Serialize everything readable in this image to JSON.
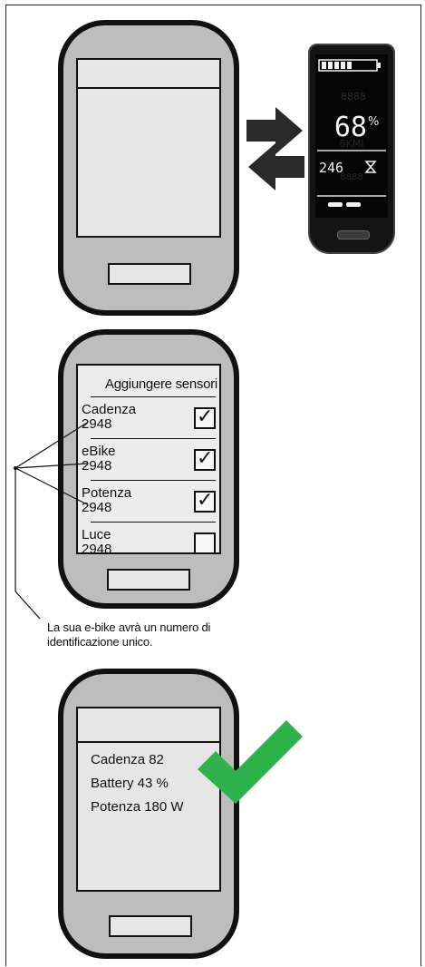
{
  "display": {
    "battery_bars": 5,
    "speed_value": "68",
    "speed_unit": "%",
    "trip_value": "246"
  },
  "sensors": {
    "title": "Aggiungere sensori",
    "items": [
      {
        "name": "Cadenza",
        "id": "2948",
        "checked": true
      },
      {
        "name": "eBike",
        "id": "2948",
        "checked": true
      },
      {
        "name": "Potenza",
        "id": "2948",
        "checked": true
      },
      {
        "name": "Luce",
        "id": "2948",
        "checked": false
      }
    ]
  },
  "annotation": {
    "line1": "La sua e-bike avrà un numero di",
    "line2": "identificazione unico."
  },
  "status": {
    "lines": [
      "Cadenza 82",
      "Battery 43 %",
      "Potenza 180 W"
    ],
    "check_color": "#2eb24c"
  }
}
